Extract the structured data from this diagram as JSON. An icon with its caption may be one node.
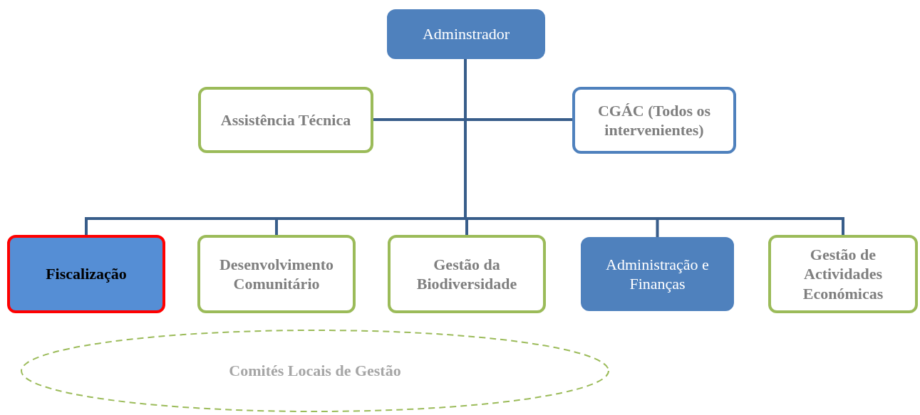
{
  "diagram": {
    "nodes": [
      {
        "text": [
          "Adminstrador"
        ]
      },
      {
        "text": [
          "Assistência Técnica"
        ]
      },
      {
        "text": [
          "CGÁC (Todos os intervenientes)"
        ]
      },
      {
        "text": [
          "Fiscalização"
        ]
      },
      {
        "text": [
          "Desenvolvimento Comunitário"
        ]
      },
      {
        "text": [
          "Gestão da Biodiversidade"
        ]
      },
      {
        "text": [
          "Administração e Finanças"
        ]
      },
      {
        "text": [
          "Gestão de Actividades Económicas"
        ]
      },
      {
        "text": [
          "Comités Locais de Gestão"
        ]
      }
    ],
    "edges": [
      {
        "from": 0,
        "to": 1,
        "arrow": "none"
      },
      {
        "from": 0,
        "to": 2,
        "arrow": "none"
      },
      {
        "from": 0,
        "to": 3,
        "arrow": "none"
      },
      {
        "from": 0,
        "to": 4,
        "arrow": "none"
      },
      {
        "from": 0,
        "to": 5,
        "arrow": "none"
      },
      {
        "from": 0,
        "to": 6,
        "arrow": "none"
      },
      {
        "from": 0,
        "to": 7,
        "arrow": "none"
      }
    ]
  }
}
